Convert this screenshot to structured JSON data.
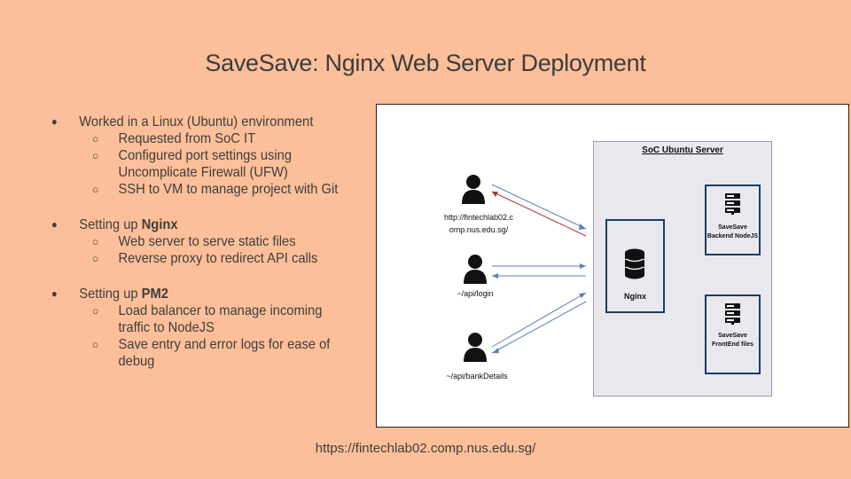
{
  "slide": {
    "title": "SaveSave: Nginx Web Server Deployment",
    "footer_url": "https://fintechlab02.comp.nus.edu.sg/"
  },
  "bullets": {
    "b1": "Worked in a Linux (Ubuntu) environment",
    "b1_sub": [
      "Requested from SoC IT",
      "Configured port settings using Uncomplicate Firewall (UFW)",
      "SSH to VM to manage project with Git"
    ],
    "b2_prefix": "Setting up ",
    "b2_bold": "Nginx",
    "b2_sub": [
      "Web server to serve static files",
      "Reverse proxy to redirect API calls"
    ],
    "b3_prefix": "Setting up ",
    "b3_bold": "PM2",
    "b3_sub": [
      "Load balancer to manage incoming traffic to NodeJS",
      "Save entry and error logs for ease of debug"
    ]
  },
  "diagram": {
    "server_title": "SoC Ubuntu Server",
    "nginx_label": "Nginx",
    "backend_label": "SaveSave Backend NodeJS",
    "frontend_label": "SaveSave FrontEnd files",
    "users": [
      {
        "label_line1": "http://fintechlab02.c",
        "label_line2": "omp.nus.edu.sg/"
      },
      {
        "label_line1": "~/api/login"
      },
      {
        "label_line1": "~/api/bankDetails"
      }
    ],
    "colors": {
      "arrow_red": "#b1333a",
      "arrow_blue": "#5b7fb8",
      "node_border": "#1f3b63"
    }
  }
}
